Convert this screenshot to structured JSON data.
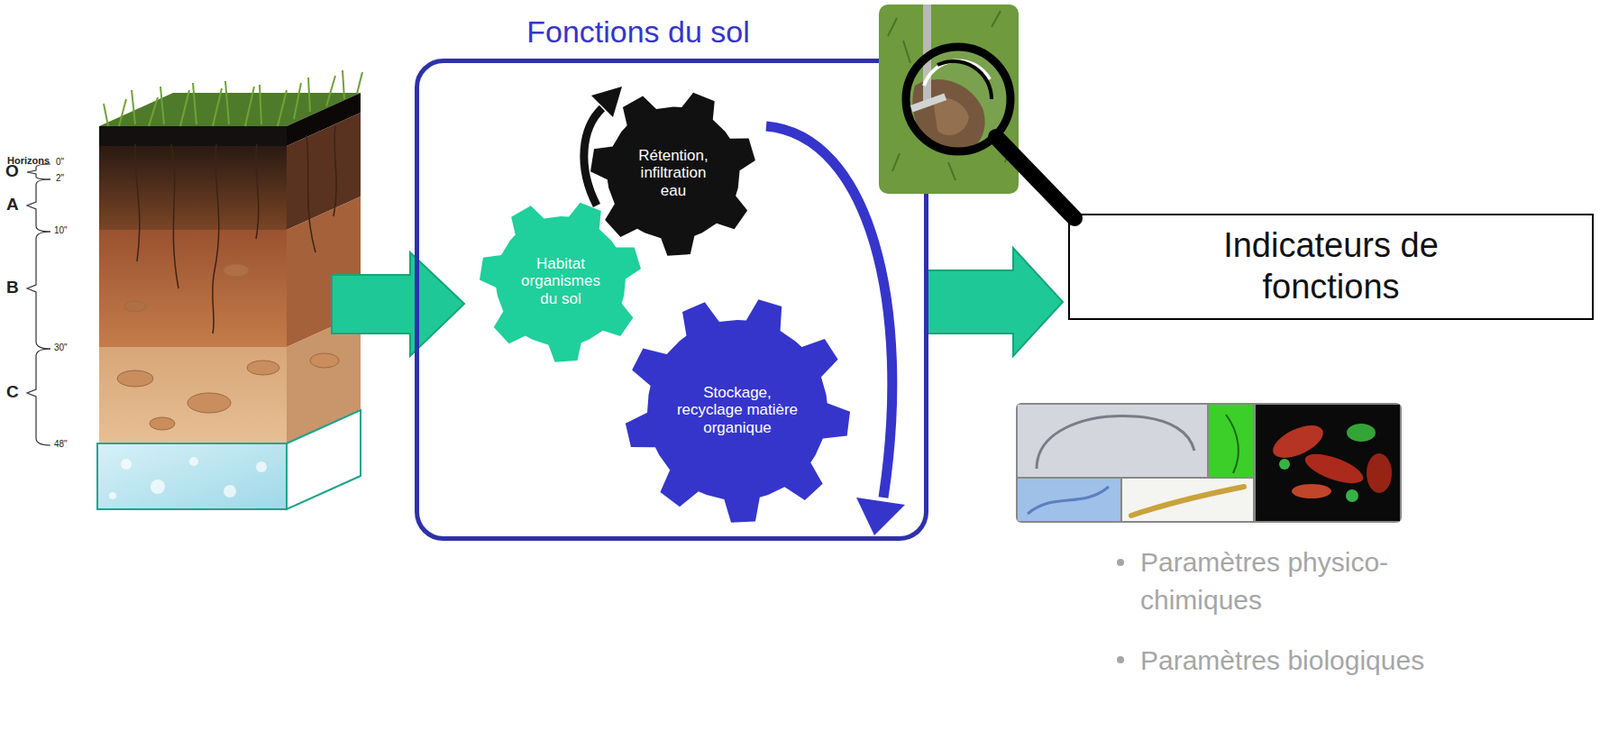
{
  "diagram": {
    "nodes": [
      {
        "text": [
          "Fonctions du sol"
        ]
      },
      {
        "text": [
          "Rétention, infiltration eau"
        ],
        "in": 0
      },
      {
        "text": [
          "Habitat organismes du sol"
        ],
        "in": 0
      },
      {
        "text": [
          "Stockage, recyclage matière organique"
        ],
        "in": 0
      },
      {
        "text": [
          "Indicateurs de fonctions"
        ]
      }
    ],
    "edges": [
      {
        "from": 0,
        "to": 4,
        "arrow": "to"
      }
    ],
    "labels": [
      "Horizons",
      "O",
      "A",
      "B",
      "C",
      "0\"",
      "2\"",
      "10\"",
      "30\"",
      "48\"",
      "Paramètres physico-chimiques",
      "Paramètres biologiques"
    ]
  }
}
